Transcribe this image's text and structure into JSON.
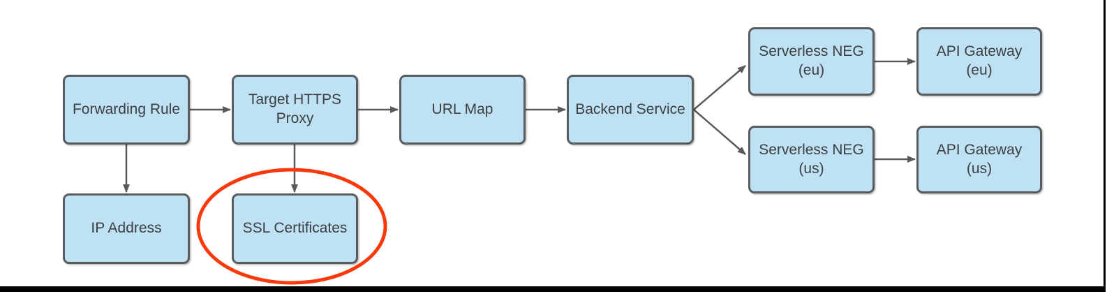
{
  "diagram": {
    "nodes": [
      {
        "id": "forwarding-rule",
        "lines": [
          "Forwarding Rule"
        ]
      },
      {
        "id": "target-https-proxy",
        "lines": [
          "Target HTTPS",
          "Proxy"
        ]
      },
      {
        "id": "url-map",
        "lines": [
          "URL Map"
        ]
      },
      {
        "id": "backend-service",
        "lines": [
          "Backend Service"
        ]
      },
      {
        "id": "serverless-neg-eu",
        "lines": [
          "Serverless NEG",
          "(eu)"
        ]
      },
      {
        "id": "api-gateway-eu",
        "lines": [
          "API Gateway",
          "(eu)"
        ]
      },
      {
        "id": "serverless-neg-us",
        "lines": [
          "Serverless NEG",
          "(us)"
        ]
      },
      {
        "id": "api-gateway-us",
        "lines": [
          "API Gateway",
          "(us)"
        ]
      },
      {
        "id": "ip-address",
        "lines": [
          "IP Address"
        ]
      },
      {
        "id": "ssl-certificates",
        "lines": [
          "SSL Certificates"
        ]
      }
    ],
    "edges": [
      {
        "from": "forwarding-rule",
        "to": "target-https-proxy"
      },
      {
        "from": "target-https-proxy",
        "to": "url-map"
      },
      {
        "from": "url-map",
        "to": "backend-service"
      },
      {
        "from": "backend-service",
        "to": "serverless-neg-eu"
      },
      {
        "from": "backend-service",
        "to": "serverless-neg-us"
      },
      {
        "from": "serverless-neg-eu",
        "to": "api-gateway-eu"
      },
      {
        "from": "serverless-neg-us",
        "to": "api-gateway-us"
      },
      {
        "from": "forwarding-rule",
        "to": "ip-address"
      },
      {
        "from": "target-https-proxy",
        "to": "ssl-certificates"
      }
    ],
    "highlight": {
      "shape": "ellipse",
      "around": "ssl-certificates",
      "color": "#FA3A0C"
    },
    "colors": {
      "node_fill": "#BEE1F4",
      "node_border": "#595B5E",
      "connector": "#5A5A5A",
      "text": "#3C3F42",
      "highlight": "#FA3A0C",
      "frame": "#000000",
      "background": "#FFFFFF"
    }
  }
}
